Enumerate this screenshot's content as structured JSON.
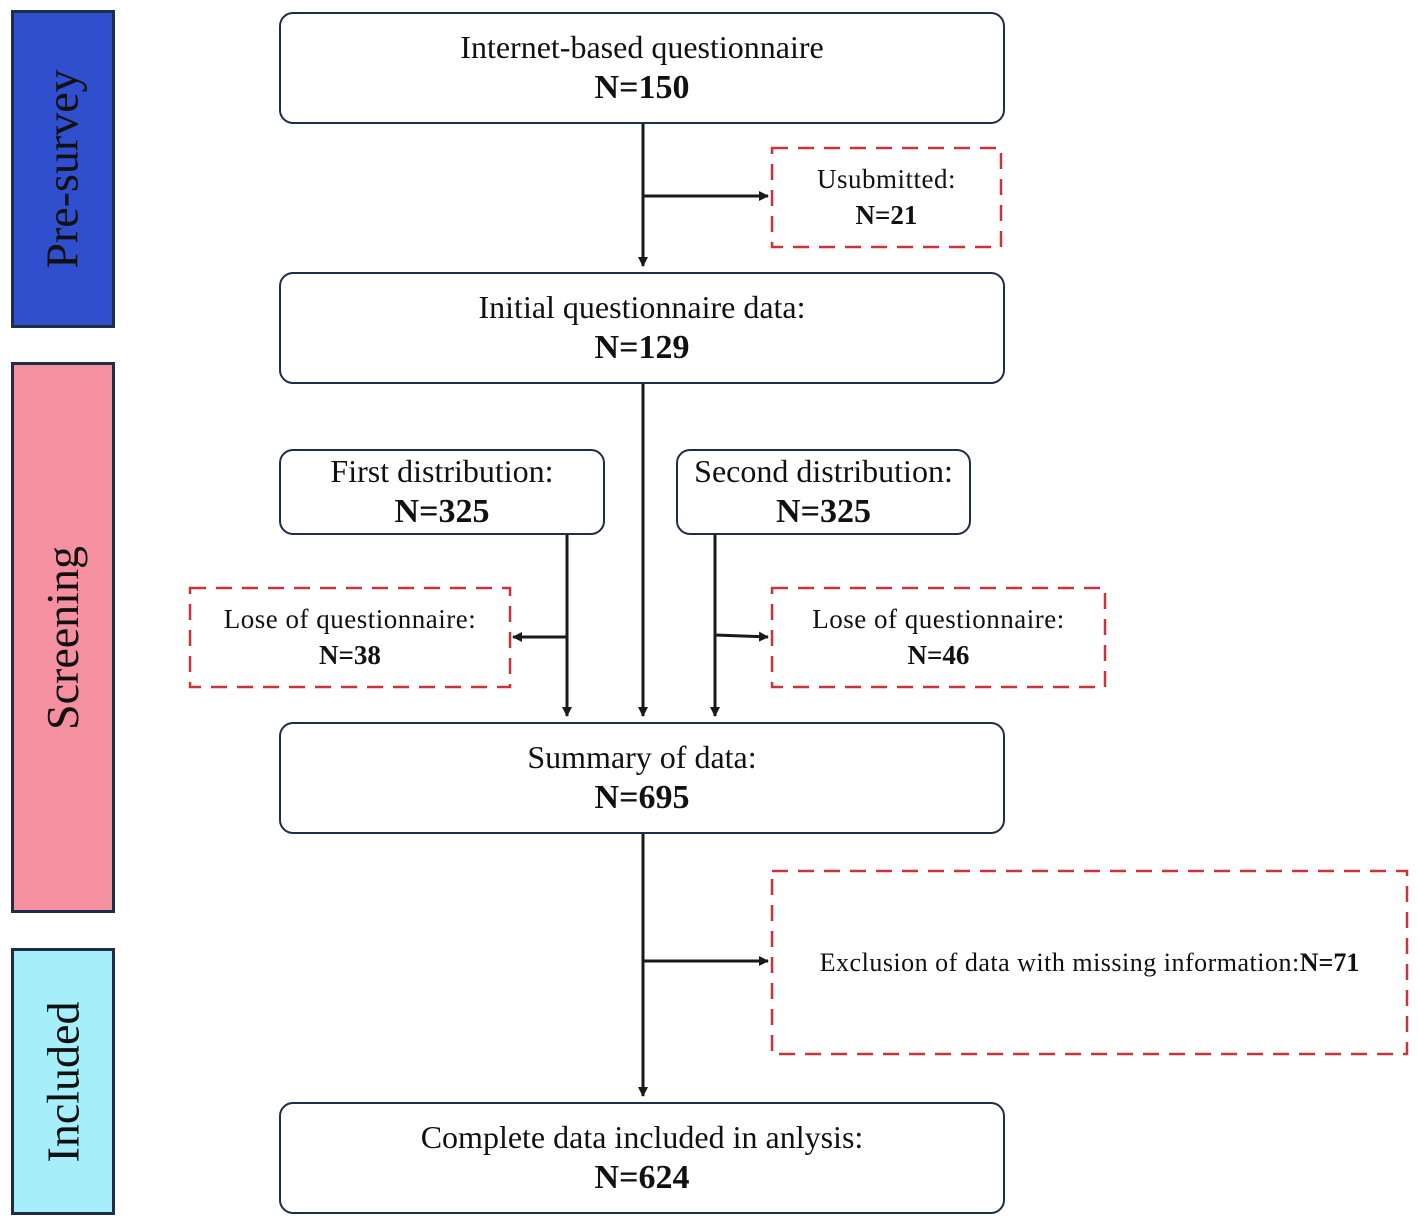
{
  "phases": {
    "pre_survey": {
      "label": "Pre-survey",
      "color": "#2f4fcf"
    },
    "screening": {
      "label": "Screening",
      "color": "#f4909f"
    },
    "included": {
      "label": "Included",
      "color": "#a6eefa"
    }
  },
  "boxes": {
    "internet": {
      "text": "Internet-based questionnaire",
      "n": "N=150"
    },
    "initial": {
      "text": "Initial questionnaire data:",
      "n": "N=129"
    },
    "first": {
      "text": "First distribution:",
      "n": "N=325"
    },
    "second": {
      "text": "Second distribution:",
      "n": "N=325"
    },
    "summary": {
      "text": "Summary of data:",
      "n": "N=695"
    },
    "complete": {
      "text": "Complete data included in anlysis:",
      "n": "N=624"
    }
  },
  "exclusions": {
    "unsubmitted": {
      "text": "Usubmitted:",
      "n": "N=21"
    },
    "lose_first": {
      "text": "Lose of questionnaire:",
      "n": "N=38"
    },
    "lose_second": {
      "text": "Lose of questionnaire:",
      "n": "N=46"
    },
    "missing": {
      "text": "Exclusion of data with missing information:",
      "n": "N=71"
    }
  },
  "colors": {
    "dashed_border": "#c8343a",
    "line": "#1a1a1a",
    "box_border": "#1f2d4a"
  }
}
